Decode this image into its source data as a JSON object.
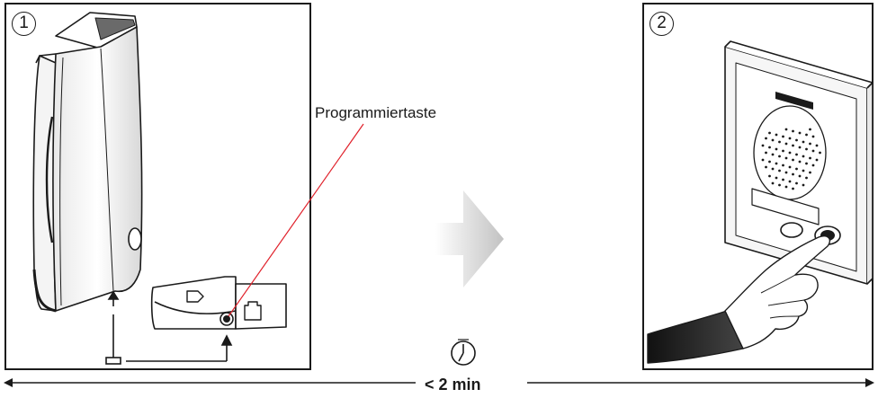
{
  "steps": [
    {
      "number": "1"
    },
    {
      "number": "2"
    }
  ],
  "callout": {
    "label": "Programmiertaste"
  },
  "timeline": {
    "duration_label": "< 2 min"
  },
  "icons": {
    "step1_device": "intercom-handset-icon",
    "step2_device": "door-station-panel-icon",
    "transition": "arrow-right-icon",
    "time": "clock-icon",
    "action": "finger-press-icon"
  },
  "colors": {
    "callout_line": "#e0202a",
    "outline": "#1a1a1a",
    "arrow_gradient_start": "#ffffff",
    "arrow_gradient_end": "#c4c4c4"
  }
}
